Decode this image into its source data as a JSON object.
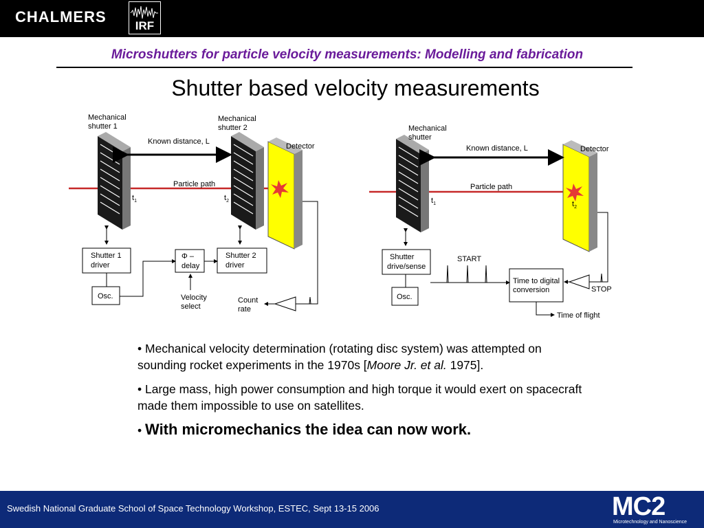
{
  "header": {
    "chalmers": "CHALMERS",
    "irf": "IRF",
    "subtitle": "Microshutters for particle velocity measurements: Modelling and fabrication"
  },
  "title": "Shutter based velocity measurements",
  "diagram_left": {
    "shutter1": [
      "Mechanical",
      "shutter 1"
    ],
    "shutter2": [
      "Mechanical",
      "shutter 2"
    ],
    "known_distance": "Known distance, L",
    "detector": "Detector",
    "particle_path": "Particle path",
    "t1": "t",
    "t1_sub": "1",
    "t2": "t",
    "t2_sub": "2",
    "driver1": [
      "Shutter 1",
      "driver"
    ],
    "phi_delay": [
      "Φ –",
      "delay"
    ],
    "driver2": [
      "Shutter 2",
      "driver"
    ],
    "osc": "Osc.",
    "velocity_select": [
      "Velocity",
      "select"
    ],
    "count_rate": [
      "Count",
      "rate"
    ]
  },
  "diagram_right": {
    "shutter": [
      "Mechanical",
      "shutter"
    ],
    "known_distance": "Known distance, L",
    "detector": "Detector",
    "particle_path": "Particle path",
    "t1": "t",
    "t1_sub": "1",
    "t2": "t",
    "t2_sub": "2",
    "drive_sense": [
      "Shutter",
      "drive/sense"
    ],
    "start": "START",
    "tdc": [
      "Time to digital",
      "conversion"
    ],
    "stop": "STOP",
    "osc": "Osc.",
    "time_of_flight": "Time of flight"
  },
  "bullets": {
    "b1_prefix": "• Mechanical velocity determination (rotating disc system) was attempted on sounding rocket experiments in the 1970s [",
    "b1_italic": "Moore Jr. et al.",
    "b1_suffix": " 1975].",
    "b2": "• Large mass, high power consumption and high torque it would exert on spacecraft made them impossible to use on satellites.",
    "b3_dot": "• ",
    "b3": "With micromechanics the idea can now work."
  },
  "footer": {
    "text": "Swedish National Graduate School of Space Technology Workshop, ESTEC, Sept 13-15 2006",
    "mc2": "MC2",
    "mc2_sub": "Microtechnology and Nanoscience"
  },
  "colors": {
    "header_bg": "#000000",
    "subtitle": "#6a1b9a",
    "footer_bg": "#0d2a78",
    "particle_path": "#c62828",
    "detector": "#ffff00"
  }
}
